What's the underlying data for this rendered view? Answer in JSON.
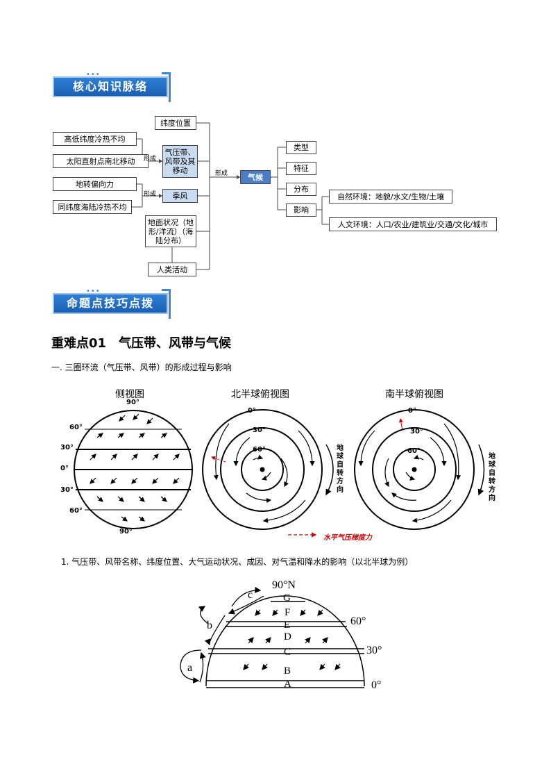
{
  "banner1": "核心知识脉络",
  "banner2": "命题点技巧点拨",
  "mindmap": {
    "causes": [
      "高低纬度冷热不均",
      "太阳直射点南北移动",
      "地转偏向力",
      "同纬度海陆冷热不均"
    ],
    "form_label_1": "形成",
    "form_label_2": "形成",
    "form_label_3": "形成",
    "latitude": "纬度位置",
    "pressure_belts": "气压带、风带及其移动",
    "monsoon": "季风",
    "surface": "地面状况（地形/洋流）（海陆分布）",
    "human": "人类活动",
    "climate": "气候",
    "types": "类型",
    "features": "特征",
    "distribution": "分布",
    "influence": "影响",
    "natural_env": "自然环境：地貌/水文/生物/土壤",
    "human_env": "人文环境：人口/农业/建筑业/交通/文化/城市"
  },
  "heading": "重难点01　气压带、风带与气候",
  "section1": "一. 三圈环流（气压带、风带）的形成过程与影响",
  "diagrams": {
    "side_title": "侧视图",
    "north_title": "北半球俯视图",
    "south_title": "南半球俯视图",
    "lat_90": "90°",
    "lat_60": "60°",
    "lat_30": "30°",
    "lat_0": "0°",
    "rotation": "地球自转方向",
    "legend": "水平气压梯度力"
  },
  "item1": "1. 气压带、风带名称、纬度位置、大气运动状况、成因、对气温和降水的影响（以北半球为例）",
  "hemi": {
    "n90": "90°N",
    "l60": "60°",
    "l30": "30°",
    "l0": "0°",
    "letters": [
      "G",
      "F",
      "E",
      "D",
      "C",
      "B",
      "A"
    ],
    "cells": [
      "a",
      "b",
      "c"
    ]
  }
}
